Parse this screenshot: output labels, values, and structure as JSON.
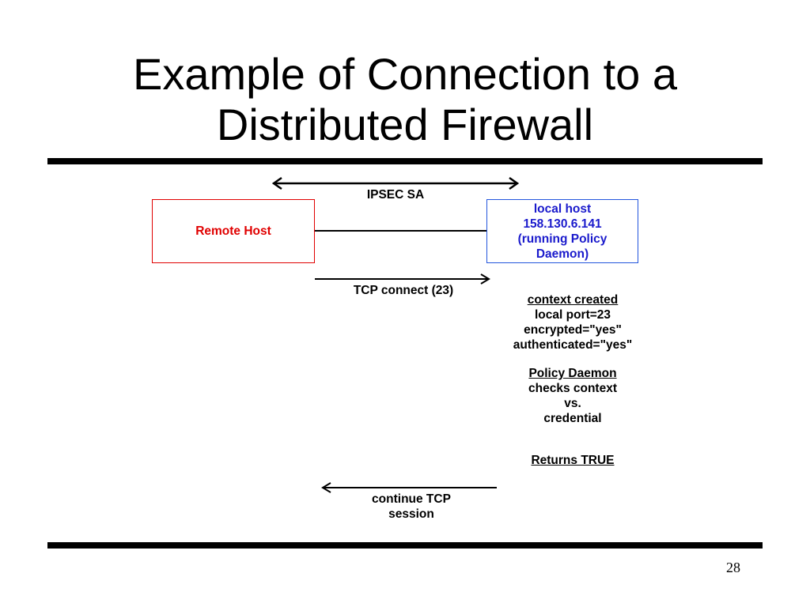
{
  "title": {
    "line1": "Example of Connection to a",
    "line2": "Distributed Firewall"
  },
  "diagram": {
    "ipsec_label": "IPSEC SA",
    "remote_host": "Remote Host",
    "local_host": {
      "line1": "local host",
      "line2": "158.130.6.141",
      "line3": "(running Policy",
      "line4": "Daemon)"
    },
    "tcp_connect": "TCP connect (23)",
    "context": {
      "heading": "context created",
      "line1": "local port=23",
      "line2": "encrypted=\"yes\"",
      "line3": "authenticated=\"yes\""
    },
    "policy": {
      "heading": "Policy Daemon",
      "line1": "checks context",
      "line2": "vs.",
      "line3": "credential"
    },
    "returns": "Returns TRUE",
    "continue": {
      "line1": "continue TCP",
      "line2": "session"
    },
    "colors": {
      "remote": "#e00000",
      "local": "#1a1acc",
      "local_border": "#2255dd"
    }
  },
  "page_number": "28"
}
